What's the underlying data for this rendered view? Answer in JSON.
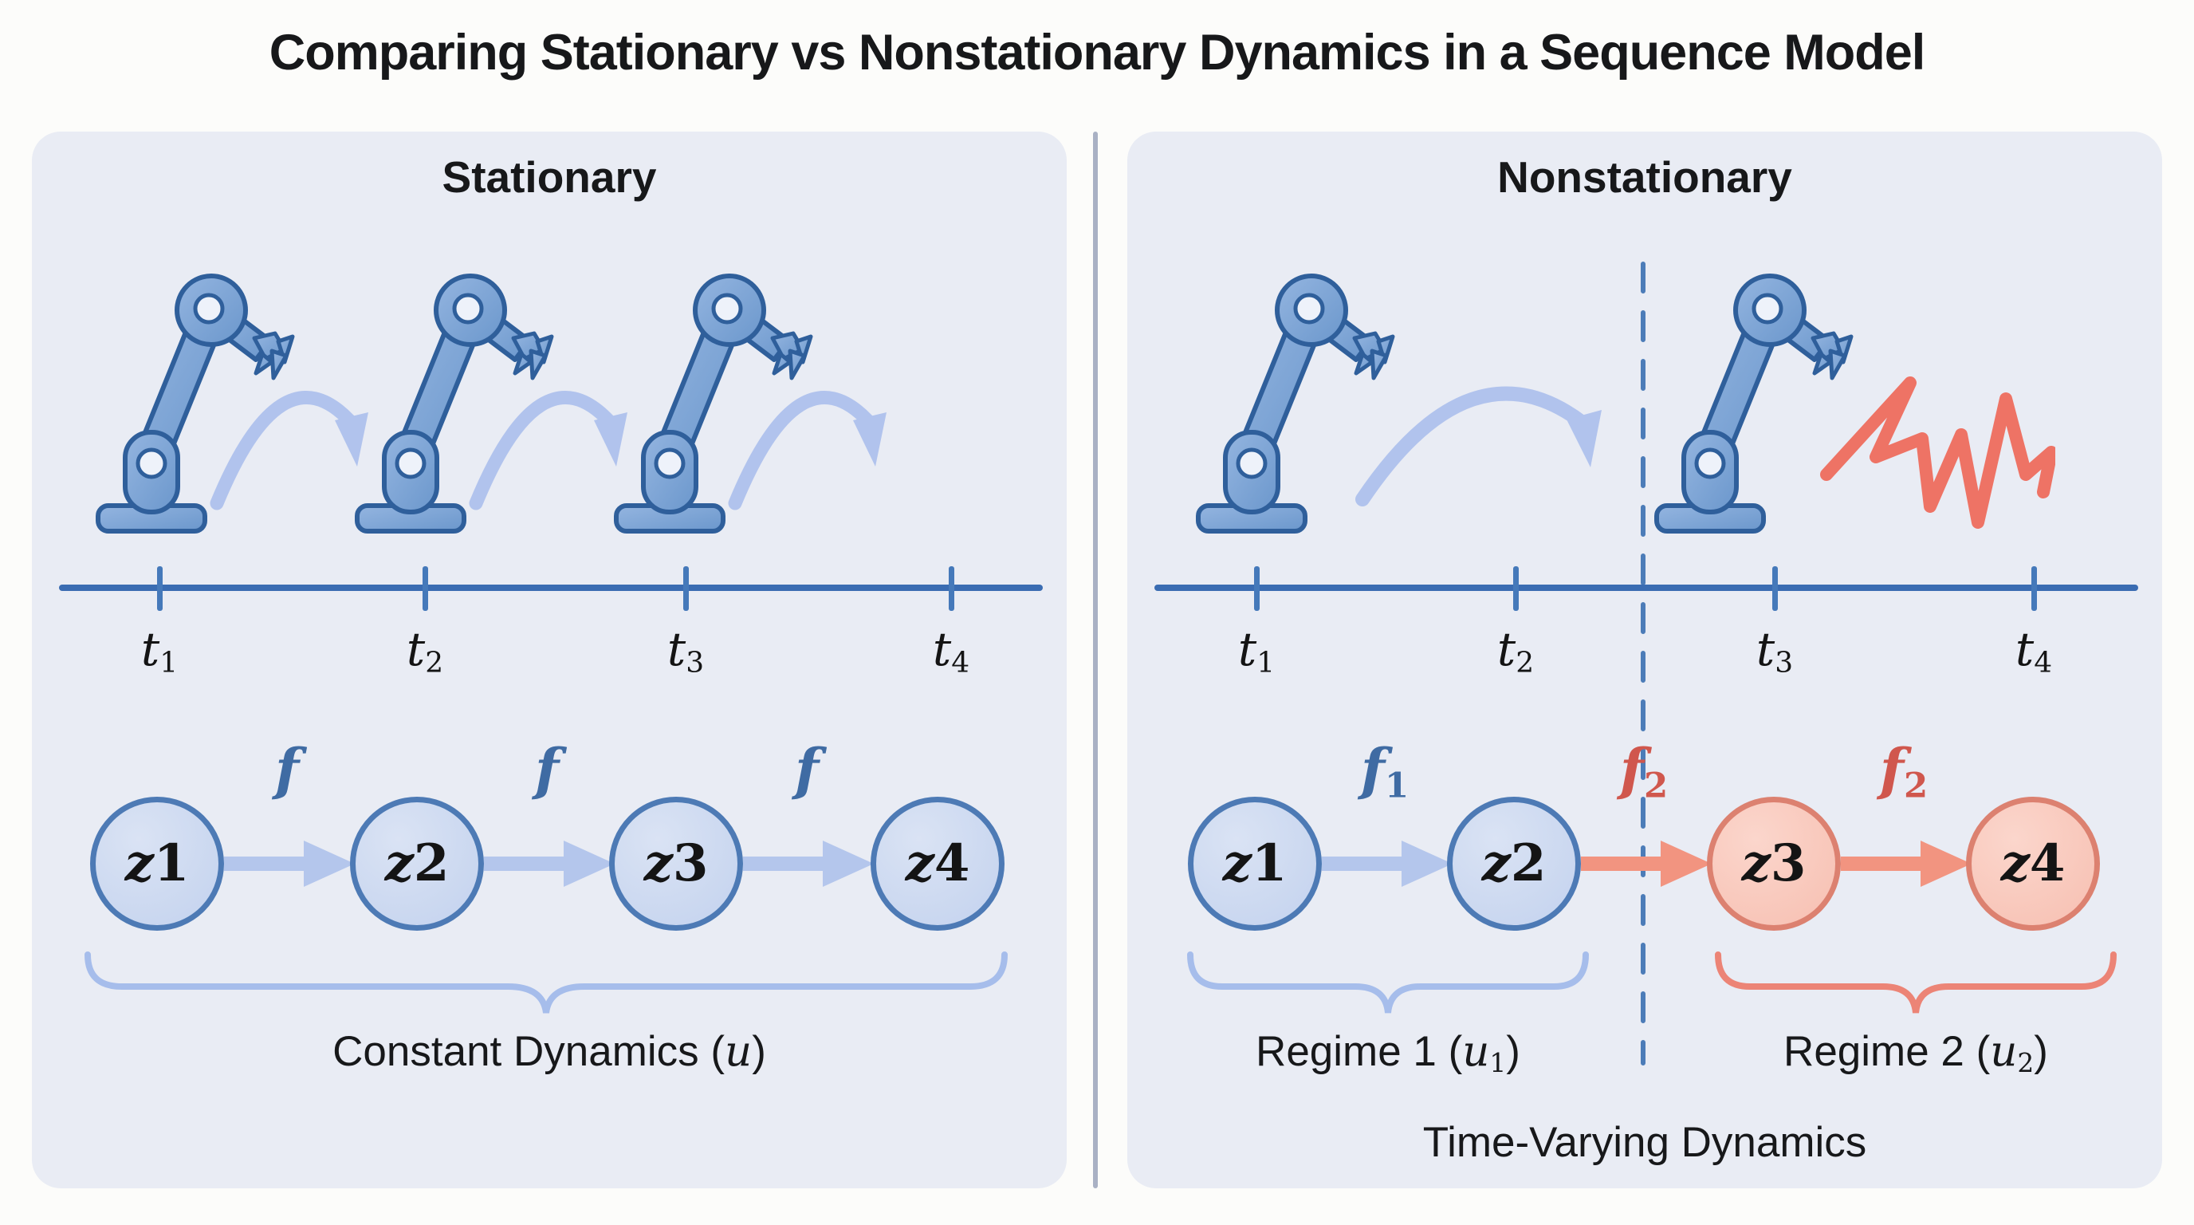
{
  "title": "Comparing Stationary vs Nonstationary Dynamics in a Sequence Model",
  "colors": {
    "page_bg": "#fcfcfa",
    "panel_bg": "#e9ecf4",
    "panel_divider": "#a9b1c4",
    "robot_blue": "#7ba3d4",
    "robot_outline": "#2f5f9b",
    "timeline_blue": "#3a6cb2",
    "node_blue_fill": "#c9d6f0",
    "node_blue_border": "#4d7ab5",
    "node_red_fill": "#f8c4b7",
    "node_red_border": "#dc8170",
    "arrow_blue": "#b4c6ec",
    "arrow_red": "#f29480",
    "label_blue": "#3f6ba3",
    "label_red": "#d0574d",
    "brace_blue": "#a6bdeb",
    "brace_red": "#ec8476",
    "zigzag_red": "#ee7365",
    "text": "#17181a"
  },
  "left_panel": {
    "header": "Stationary",
    "ticks": [
      {
        "base": "t",
        "sub": "1"
      },
      {
        "base": "t",
        "sub": "2"
      },
      {
        "base": "t",
        "sub": "3"
      },
      {
        "base": "t",
        "sub": "4"
      }
    ],
    "nodes": [
      {
        "base": "z",
        "sub": "1"
      },
      {
        "base": "z",
        "sub": "2"
      },
      {
        "base": "z",
        "sub": "3"
      },
      {
        "base": "z",
        "sub": "4"
      }
    ],
    "edges": [
      {
        "base": "f",
        "sub": ""
      },
      {
        "base": "f",
        "sub": ""
      },
      {
        "base": "f",
        "sub": ""
      }
    ],
    "caption": {
      "prefix": "Constant Dynamics (",
      "math": "u",
      "sub": "",
      "suffix": ")"
    }
  },
  "right_panel": {
    "header": "Nonstationary",
    "ticks": [
      {
        "base": "t",
        "sub": "1"
      },
      {
        "base": "t",
        "sub": "2"
      },
      {
        "base": "t",
        "sub": "3"
      },
      {
        "base": "t",
        "sub": "4"
      }
    ],
    "nodes": [
      {
        "base": "z",
        "sub": "1"
      },
      {
        "base": "z",
        "sub": "2"
      },
      {
        "base": "z",
        "sub": "3"
      },
      {
        "base": "z",
        "sub": "4"
      }
    ],
    "edges": [
      {
        "base": "f",
        "sub": "1"
      },
      {
        "base": "f",
        "sub": "2"
      },
      {
        "base": "f",
        "sub": "2"
      }
    ],
    "captions": [
      {
        "prefix": "Regime 1 (",
        "math": "u",
        "sub": "1",
        "suffix": ")"
      },
      {
        "prefix": "Regime 2 (",
        "math": "u",
        "sub": "2",
        "suffix": ")"
      }
    ],
    "footer": "Time-Varying Dynamics"
  },
  "icons": {
    "robot": "robot-arm-icon",
    "arc": "motion-arc-arrow-icon",
    "zigzag": "disturbance-zigzag-icon",
    "brace": "curly-brace-icon",
    "divider": "regime-boundary-dashed-line"
  }
}
